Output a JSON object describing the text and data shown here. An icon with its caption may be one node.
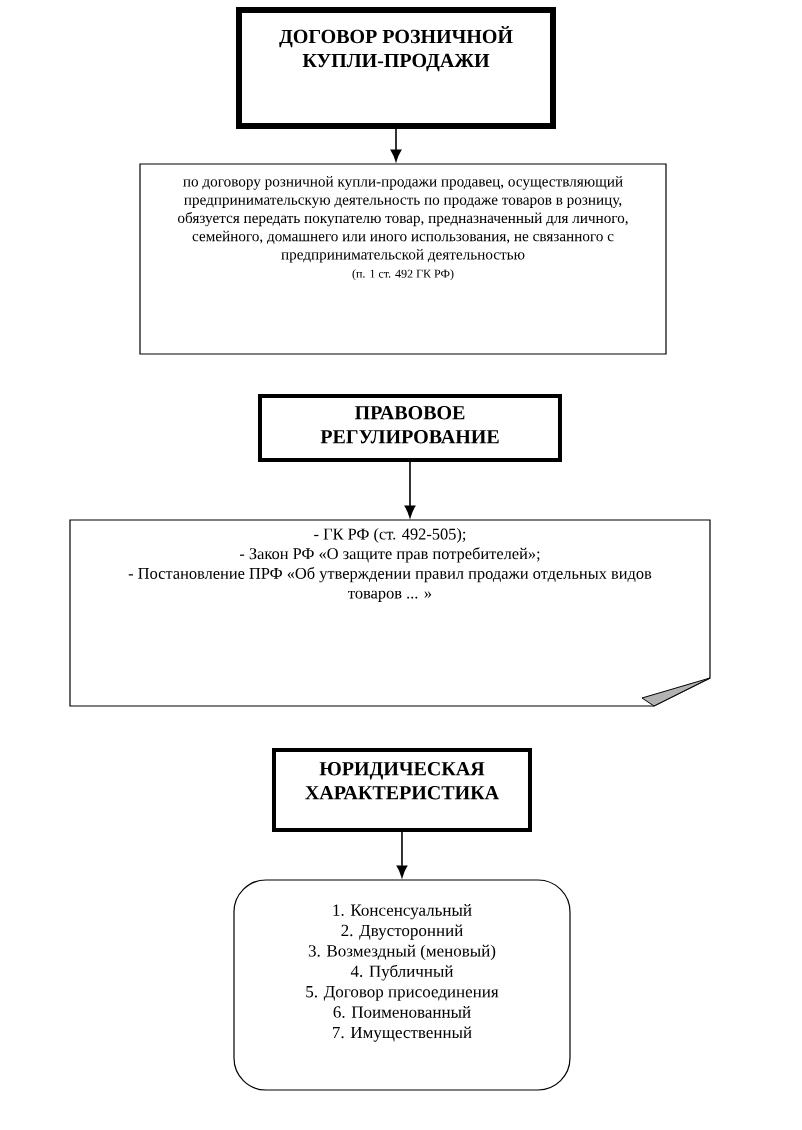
{
  "diagram": {
    "nodes": [
      {
        "text": [
          "ДОГОВОР РОЗНИЧНОЙ КУПЛИ-ПРОДАЖИ"
        ]
      },
      {
        "text": [
          "по договору розничной купли-продажи продавец, осуществляющий предпринимательскую деятельность по продаже товаров в розницу, обязуется передать покупателю товар, предназначенный для личного, семейного, домашнего или иного использования, не связанного с предпринимательской деятельностью",
          "(п. 1 ст. 492 ГК РФ)"
        ]
      },
      {
        "text": [
          "ПРАВОВОЕ РЕГУЛИРОВАНИЕ"
        ]
      },
      {
        "text": [
          "- ГК РФ (ст. 492-505);",
          "- Закон РФ «О защите прав потребителей»;",
          "- Постановление ПРФ «Об утверждении правил продажи отдельных видов товаров ... »"
        ]
      },
      {
        "text": [
          "ЮРИДИЧЕСКАЯ ХАРАКТЕРИСТИКА"
        ]
      },
      {
        "text": [
          "1. Консенсуальный",
          "2. Двусторонний",
          "3. Возмездный (меновый)",
          "4. Публичный",
          "5. Договор присоединения",
          "6. Поименованный",
          "7. Имущественный"
        ]
      }
    ],
    "edges": [
      {
        "from": 0,
        "to": 1,
        "arrow": "to"
      },
      {
        "from": 2,
        "to": 3,
        "arrow": "to"
      },
      {
        "from": 4,
        "to": 5,
        "arrow": "to"
      }
    ]
  }
}
